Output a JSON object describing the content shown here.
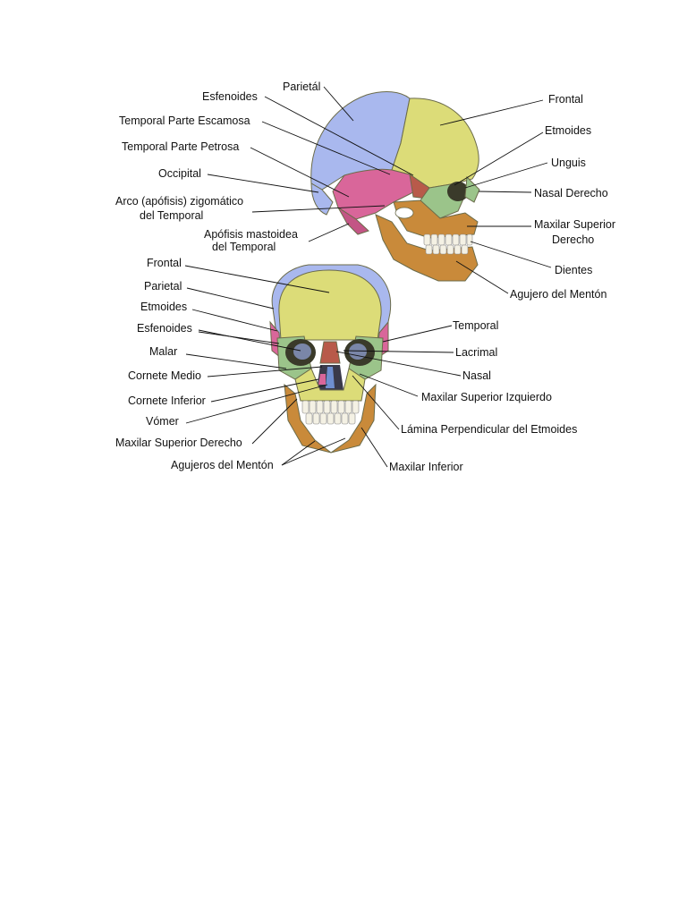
{
  "lateral_view": {
    "labels": [
      {
        "id": "parietal",
        "text": "Parietál"
      },
      {
        "id": "esfenoides",
        "text": "Esfenoides"
      },
      {
        "id": "temporal-escamosa",
        "text": "Temporal Parte Escamosa"
      },
      {
        "id": "temporal-petrosa",
        "text": "Temporal Parte Petrosa"
      },
      {
        "id": "occipital",
        "text": "Occipital"
      },
      {
        "id": "arco-zigomatico-1",
        "text": "Arco (apófisis) zigomático"
      },
      {
        "id": "arco-zigomatico-2",
        "text": "del Temporal"
      },
      {
        "id": "mastoidea-1",
        "text": "Apófisis mastoidea"
      },
      {
        "id": "mastoidea-2",
        "text": "del Temporal"
      },
      {
        "id": "frontal",
        "text": "Frontal"
      },
      {
        "id": "etmoides",
        "text": "Etmoides"
      },
      {
        "id": "unguis",
        "text": "Unguis"
      },
      {
        "id": "nasal-derecho",
        "text": "Nasal Derecho"
      },
      {
        "id": "maxilar-superior-1",
        "text": "Maxilar Superior"
      },
      {
        "id": "maxilar-superior-2",
        "text": "Derecho"
      },
      {
        "id": "dientes",
        "text": "Dientes"
      },
      {
        "id": "agujero-menton",
        "text": "Agujero del Mentón"
      }
    ]
  },
  "frontal_view": {
    "labels": [
      {
        "id": "frontal",
        "text": "Frontal"
      },
      {
        "id": "parietal",
        "text": "Parietal"
      },
      {
        "id": "etmoides",
        "text": "Etmoides"
      },
      {
        "id": "esfenoides",
        "text": "Esfenoides"
      },
      {
        "id": "malar",
        "text": "Malar"
      },
      {
        "id": "cornete-medio",
        "text": "Cornete Medio"
      },
      {
        "id": "cornete-inferior",
        "text": "Cornete Inferior"
      },
      {
        "id": "vomer",
        "text": "Vómer"
      },
      {
        "id": "maxilar-superior-derecho",
        "text": "Maxilar Superior Derecho"
      },
      {
        "id": "agujeros-menton",
        "text": "Agujeros del Mentón"
      },
      {
        "id": "temporal",
        "text": "Temporal"
      },
      {
        "id": "lacrimal",
        "text": "Lacrimal"
      },
      {
        "id": "nasal",
        "text": "Nasal"
      },
      {
        "id": "maxilar-superior-izquierdo",
        "text": "Maxilar Superior Izquierdo"
      },
      {
        "id": "lamina-perpendicular",
        "text": "Lámina Perpendicular del Etmoides"
      },
      {
        "id": "maxilar-inferior",
        "text": "Maxilar Inferior"
      }
    ]
  },
  "colors": {
    "parietal": "#a9b8ee",
    "frontal": "#dcdc78",
    "temporal": "#d9669a",
    "sphenoid": "#b85a4a",
    "zygomatic": "#9bc48a",
    "maxilla": "#c98a3a",
    "mandible": "#c98a3a",
    "nasal": "#6f8fd0"
  }
}
